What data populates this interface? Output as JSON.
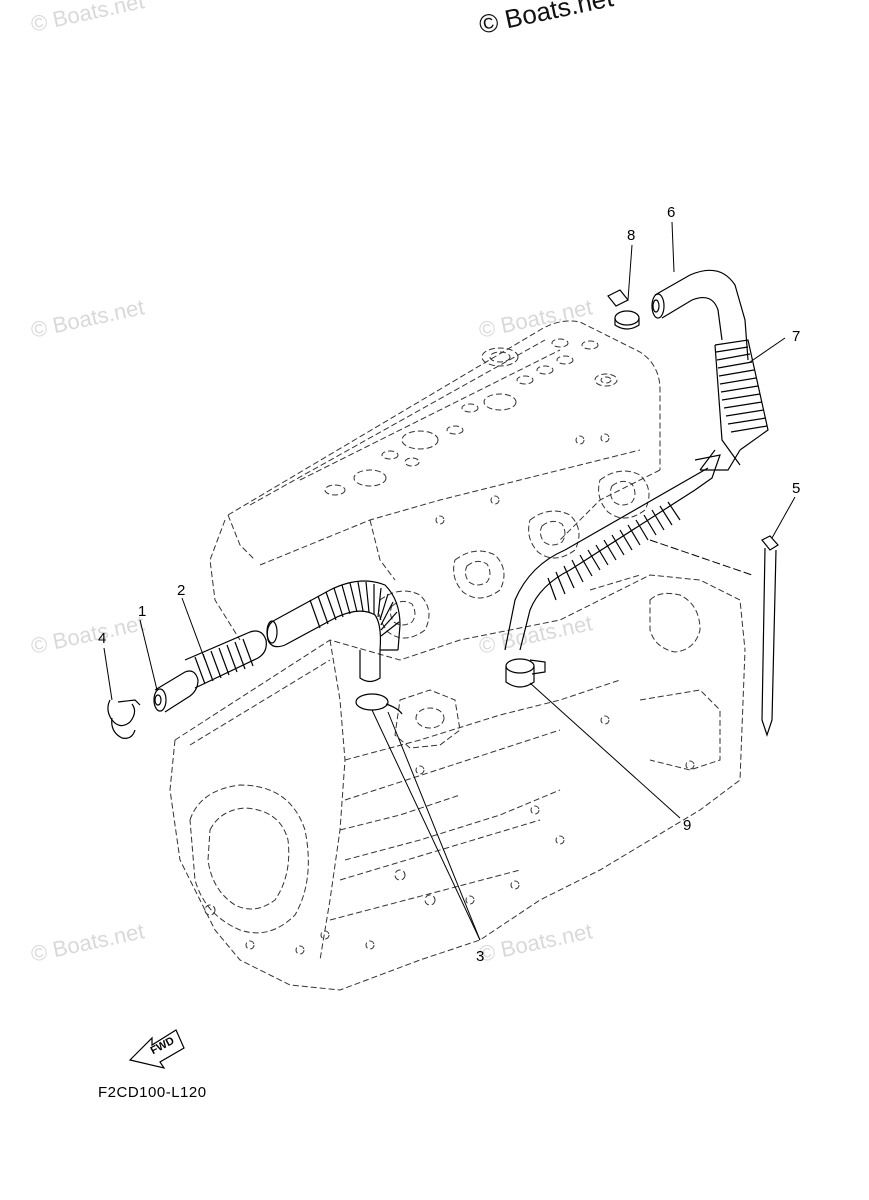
{
  "watermarks": {
    "top_left": "© Boats.net",
    "top_center": "© Boats.net",
    "mid_left": "© Boats.net",
    "mid_center": "© Boats.net",
    "mid_center2": "© Boats.net",
    "low_left": "© Boats.net",
    "low_center": "© Boats.net"
  },
  "callouts": {
    "c1": "1",
    "c2": "2",
    "c3": "3",
    "c4": "4",
    "c5": "5",
    "c6": "6",
    "c7": "7",
    "c8": "8",
    "c9": "9"
  },
  "fwd_label": "FWD",
  "diagram_code": "F2CD100-L120"
}
